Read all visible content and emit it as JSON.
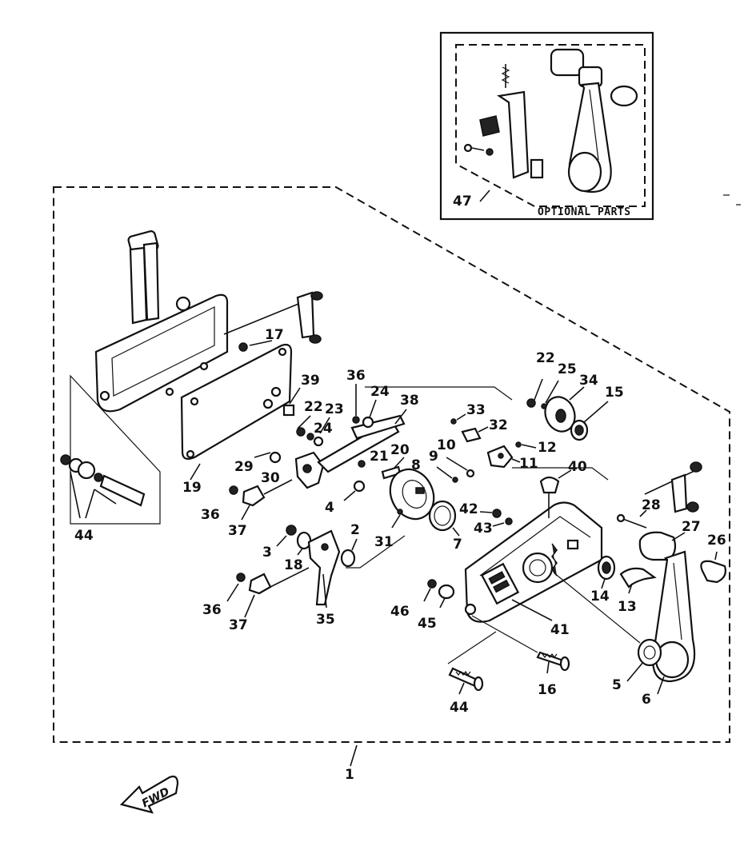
{
  "diagram": {
    "optional_parts_label": "OPTIONAL PARTS",
    "fwd_label": "FWD",
    "part_numbers": {
      "n1": "1",
      "n2": "2",
      "n3": "3",
      "n4": "4",
      "n5": "5",
      "n6": "6",
      "n7": "7",
      "n8": "8",
      "n9": "9",
      "n10": "10",
      "n11": "11",
      "n12": "12",
      "n13": "13",
      "n14": "14",
      "n15": "15",
      "n16": "16",
      "n17": "17",
      "n18": "18",
      "n19": "19",
      "n20": "20",
      "n21": "21",
      "n22a": "22",
      "n22b": "22",
      "n23": "23",
      "n24a": "24",
      "n24b": "24",
      "n25": "25",
      "n26": "26",
      "n27": "27",
      "n28": "28",
      "n29": "29",
      "n30": "30",
      "n31": "31",
      "n32": "32",
      "n33": "33",
      "n34": "34",
      "n35": "35",
      "n36a": "36",
      "n36b": "36",
      "n36c": "36",
      "n37a": "37",
      "n37b": "37",
      "n38": "38",
      "n39": "39",
      "n40": "40",
      "n41": "41",
      "n42": "42",
      "n43": "43",
      "n44a": "44",
      "n44b": "44",
      "n45": "45",
      "n46": "46",
      "n47": "47"
    },
    "colors": {
      "ink": "#111111",
      "paper": "#ffffff"
    }
  }
}
